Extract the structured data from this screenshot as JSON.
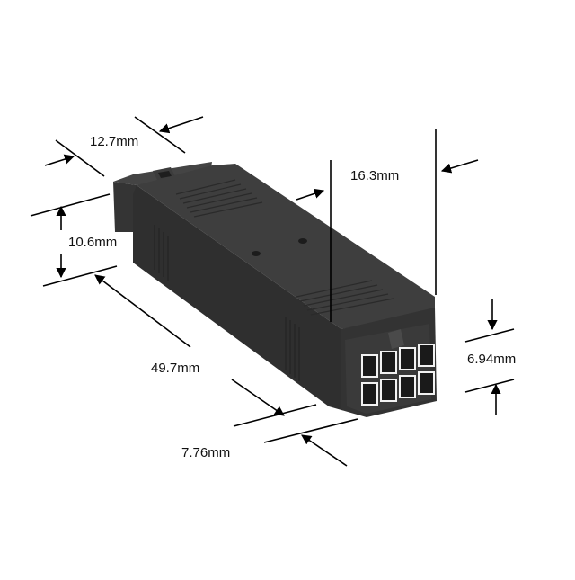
{
  "colors": {
    "background": "#ffffff",
    "body_dark": "#2f2f2f",
    "body_mid": "#393939",
    "body_light": "#444444",
    "line": "#000000",
    "label": "#111111"
  },
  "dimensions": {
    "width_top": "12.7mm",
    "height_end": "10.6mm",
    "length": "49.7mm",
    "height_right": "16.3mm",
    "pin_height": "6.94mm",
    "housing_width": "7.76mm"
  },
  "connector": {
    "pin_rows": 2,
    "pin_cols": 4
  }
}
